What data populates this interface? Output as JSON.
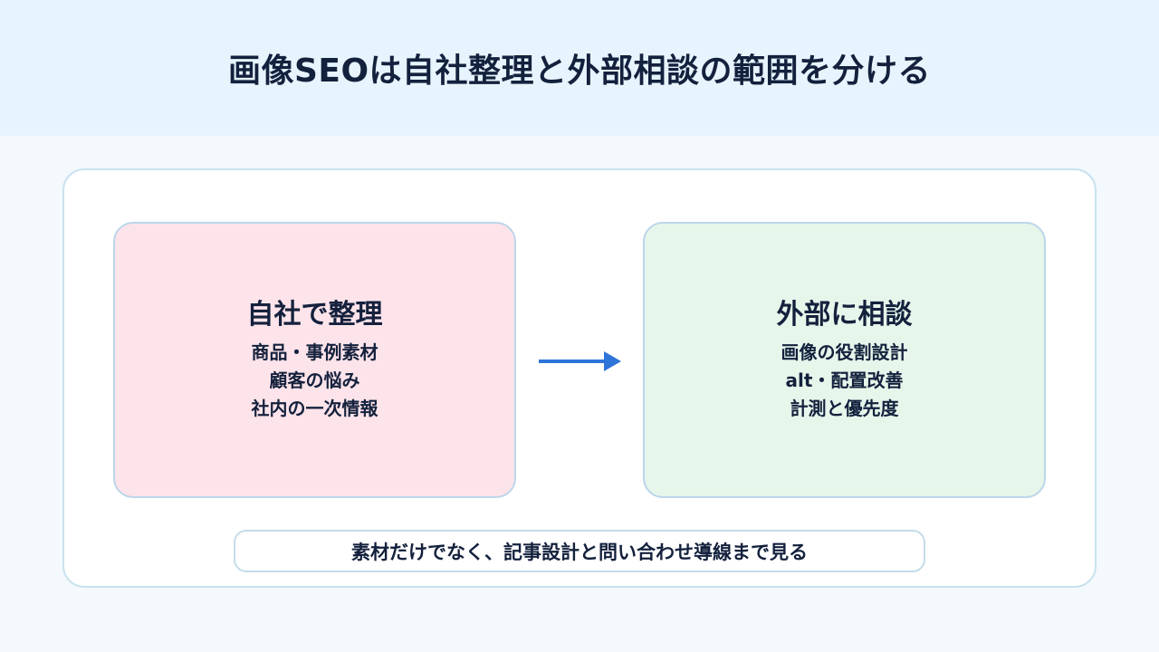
{
  "title": "画像SEOは自社整理と外部相談の範囲を分ける",
  "left_card": {
    "title": "自社で整理",
    "items": [
      "商品・事例素材",
      "顧客の悩み",
      "社内の一次情報"
    ]
  },
  "right_card": {
    "title": "外部に相談",
    "items": [
      "画像の役割設計",
      "alt・配置改善",
      "計測と優先度"
    ]
  },
  "note": "素材だけでなく、記事設計と問い合わせ導線まで見る",
  "colors": {
    "header_bg": "#e7f4fd",
    "left_card_bg": "#fde4ea",
    "right_card_bg": "#e6f6eb",
    "arrow": "#2f74d8",
    "text": "#14213d"
  },
  "icons": {
    "flow_arrow": "arrow-right-icon"
  }
}
